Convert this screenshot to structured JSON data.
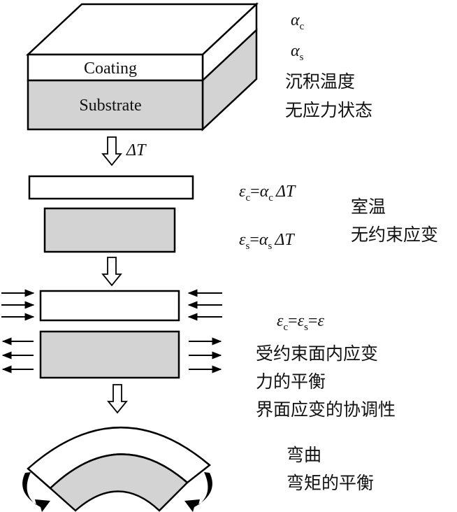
{
  "block": {
    "coating_label": "Coating",
    "substrate_label": "Substrate"
  },
  "symbols": {
    "alpha": "α",
    "epsilon": "ε",
    "delta_T": "ΔT",
    "c": "c",
    "s": "s",
    "equals": "="
  },
  "notes": {
    "deposition_line1": "沉积温度",
    "deposition_line2": "无应力状态",
    "room_line1": "室温",
    "room_line2": "无约束应变",
    "constrained_line1": "受约束面内应变",
    "constrained_line2": "力的平衡",
    "constrained_line3": "界面应变的协调性",
    "bending_line1": "弯曲",
    "bending_line2": "弯矩的平衡"
  },
  "colors": {
    "coating_fill": "#ffffff",
    "substrate_fill": "#d3d3d3",
    "stroke": "#000000"
  }
}
